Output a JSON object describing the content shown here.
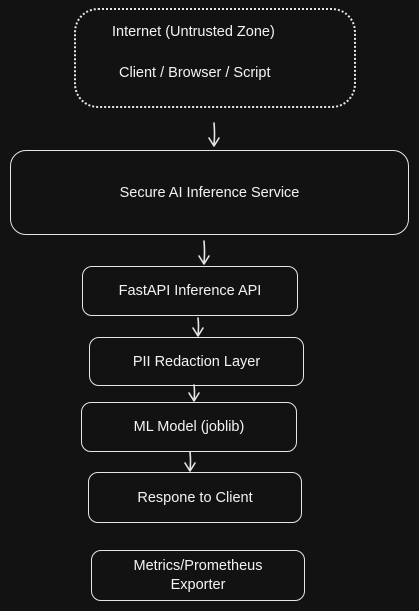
{
  "nodes": {
    "internet": {
      "title": "Internet (Untrusted Zone)",
      "subtitle": "Client / Browser / Script"
    },
    "service": "Secure AI Inference Service",
    "api": "FastAPI Inference API",
    "pii": "PII Redaction Layer",
    "model": "ML Model (joblib)",
    "response": "Respone to Client",
    "metrics": {
      "line1": "Metrics/Prometheus",
      "line2": "Exporter"
    }
  },
  "edges": [
    {
      "from": "internet",
      "to": "service"
    },
    {
      "from": "service",
      "to": "api"
    },
    {
      "from": "api",
      "to": "pii"
    },
    {
      "from": "pii",
      "to": "model"
    },
    {
      "from": "model",
      "to": "response"
    }
  ],
  "colors": {
    "background": "#121212",
    "stroke": "#e6e6e6",
    "text": "#f2f2f2"
  }
}
